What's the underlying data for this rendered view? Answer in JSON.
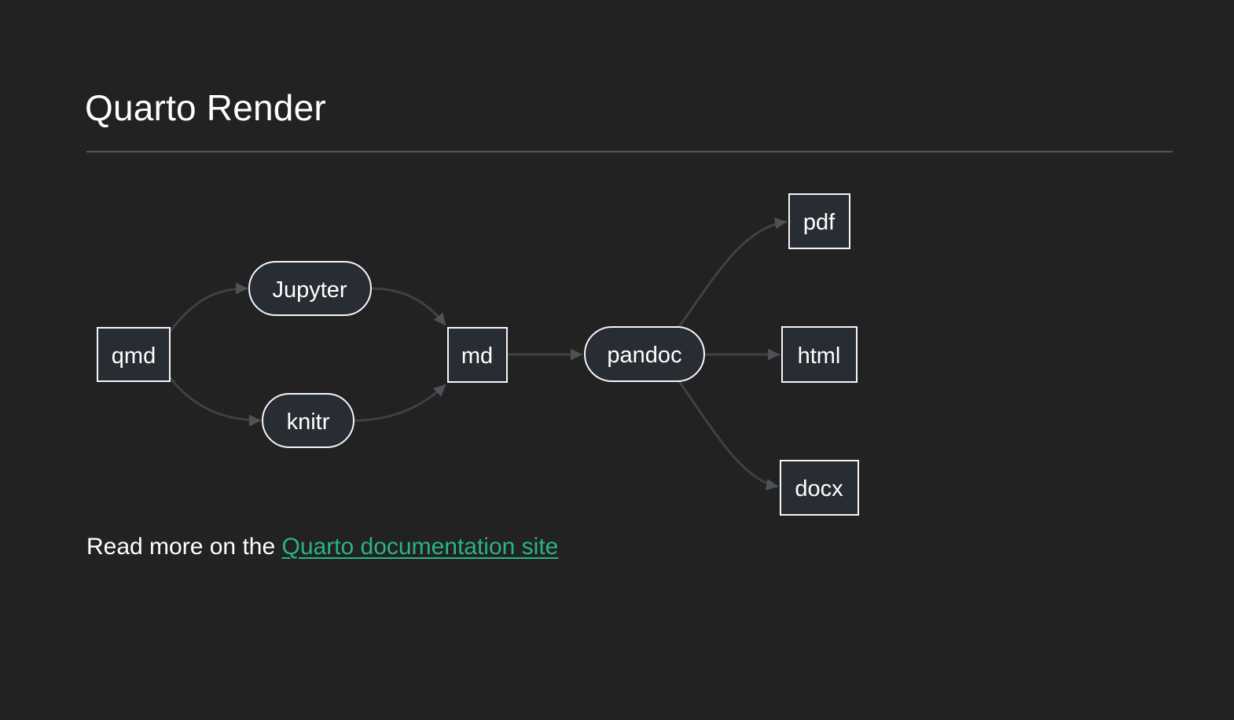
{
  "page": {
    "title": "Quarto Render"
  },
  "footer": {
    "prefix": "Read more on the ",
    "link_label": "Quarto documentation site"
  },
  "colors": {
    "background": "#222222",
    "node_fill": "#282c33",
    "node_border": "#f5f6f7",
    "edge": "#3e4146",
    "arrowhead": "#4e5257",
    "link": "#2ab485",
    "text": "#ffffff",
    "hr": "#565656"
  },
  "diagram": {
    "type": "flowchart",
    "direction": "left-to-right",
    "nodes": [
      {
        "id": "qmd",
        "label": "qmd",
        "shape": "rect"
      },
      {
        "id": "jupyter",
        "label": "Jupyter",
        "shape": "stadium"
      },
      {
        "id": "knitr",
        "label": "knitr",
        "shape": "stadium"
      },
      {
        "id": "md",
        "label": "md",
        "shape": "rect"
      },
      {
        "id": "pandoc",
        "label": "pandoc",
        "shape": "stadium"
      },
      {
        "id": "pdf",
        "label": "pdf",
        "shape": "rect"
      },
      {
        "id": "html",
        "label": "html",
        "shape": "rect"
      },
      {
        "id": "docx",
        "label": "docx",
        "shape": "rect"
      }
    ],
    "edges": [
      {
        "from": "qmd",
        "to": "jupyter"
      },
      {
        "from": "qmd",
        "to": "knitr"
      },
      {
        "from": "jupyter",
        "to": "md"
      },
      {
        "from": "knitr",
        "to": "md"
      },
      {
        "from": "md",
        "to": "pandoc"
      },
      {
        "from": "pandoc",
        "to": "pdf"
      },
      {
        "from": "pandoc",
        "to": "html"
      },
      {
        "from": "pandoc",
        "to": "docx"
      }
    ]
  }
}
